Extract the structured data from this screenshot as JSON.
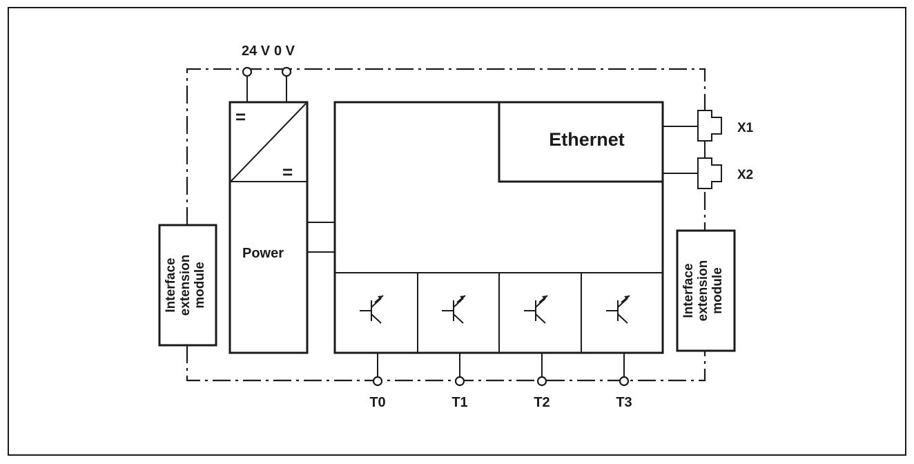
{
  "supply": {
    "label_24v": "24 V",
    "label_0v": "0 V"
  },
  "converter": {
    "input_symbol": "=",
    "output_symbol": "="
  },
  "power_block": {
    "label": "Power"
  },
  "ethernet_block": {
    "label": "Ethernet"
  },
  "ports": {
    "x1": "X1",
    "x2": "X2"
  },
  "interface_left": {
    "lines": [
      "Interface",
      "extension",
      "module"
    ]
  },
  "interface_right": {
    "lines": [
      "Interface",
      "extension",
      "module"
    ]
  },
  "outputs": [
    "T0",
    "T1",
    "T2",
    "T3"
  ]
}
